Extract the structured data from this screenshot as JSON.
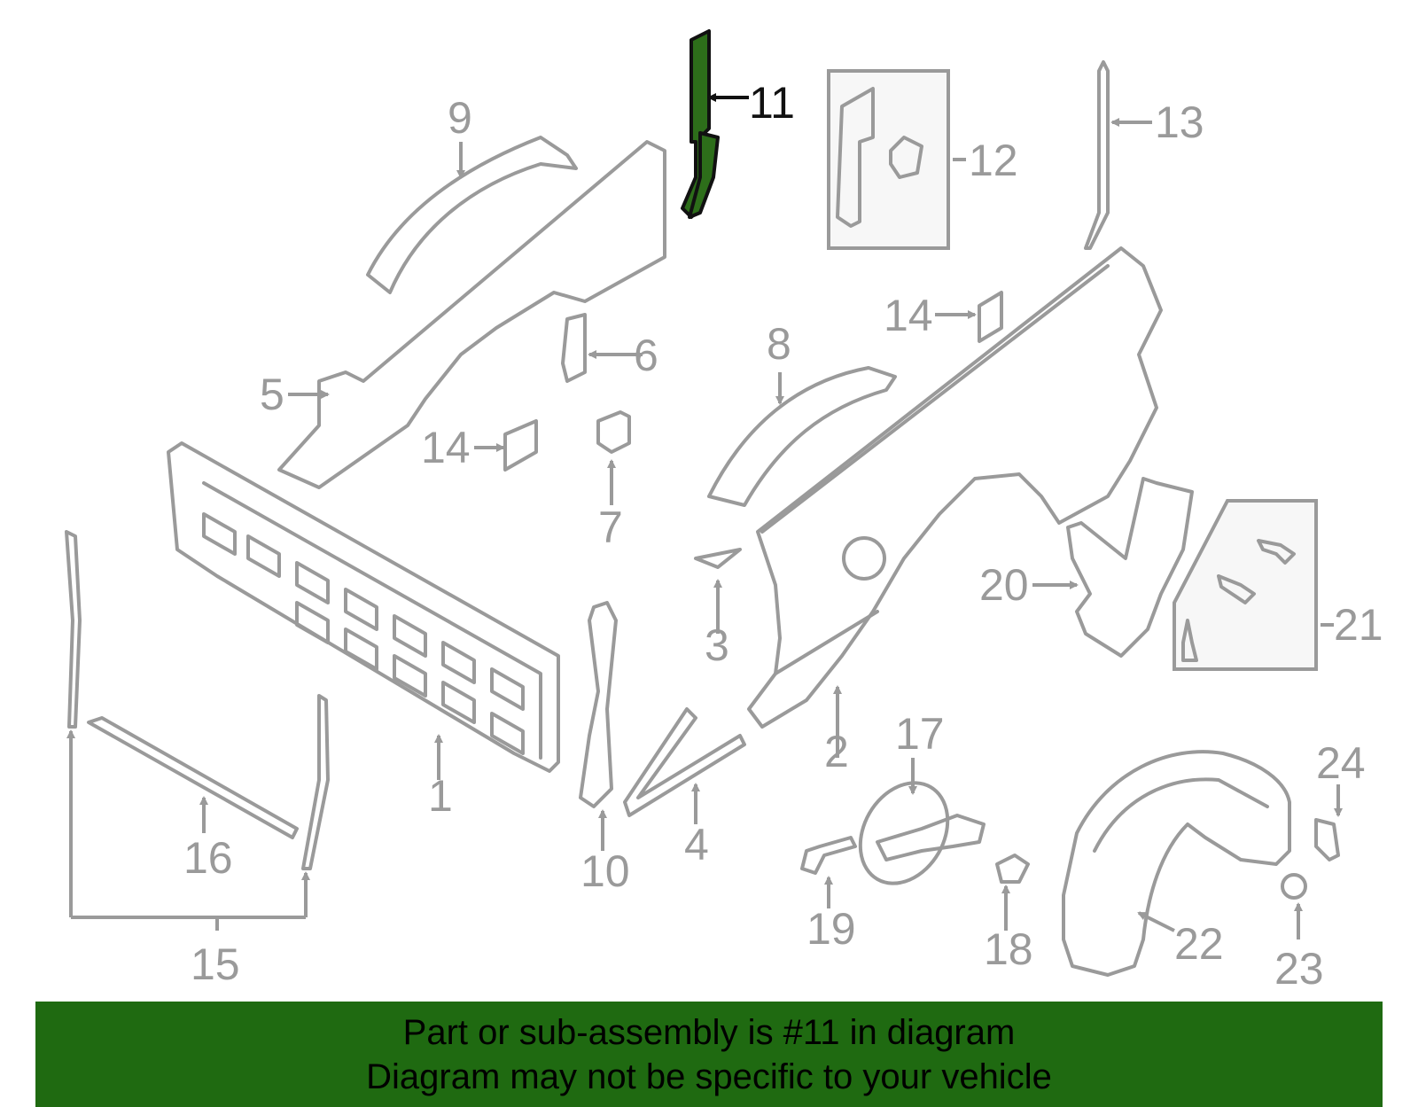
{
  "callouts": {
    "c1": "1",
    "c2": "2",
    "c3": "3",
    "c4": "4",
    "c5": "5",
    "c6": "6",
    "c7": "7",
    "c8": "8",
    "c9": "9",
    "c10": "10",
    "c11": "11",
    "c12": "12",
    "c13": "13",
    "c14a": "14",
    "c14b": "14",
    "c15": "15",
    "c16": "16",
    "c17": "17",
    "c18": "18",
    "c19": "19",
    "c20": "20",
    "c21": "21",
    "c22": "22",
    "c23": "23",
    "c24": "24"
  },
  "highlighted_part": "11",
  "colors": {
    "highlight_fill": "#2d6e1a",
    "banner_bg": "#1f6a11",
    "line_gray": "#9a9a9a"
  },
  "banner": {
    "line1": "Part or sub-assembly is #11 in diagram",
    "line2": "Diagram may not be specific to your vehicle"
  }
}
